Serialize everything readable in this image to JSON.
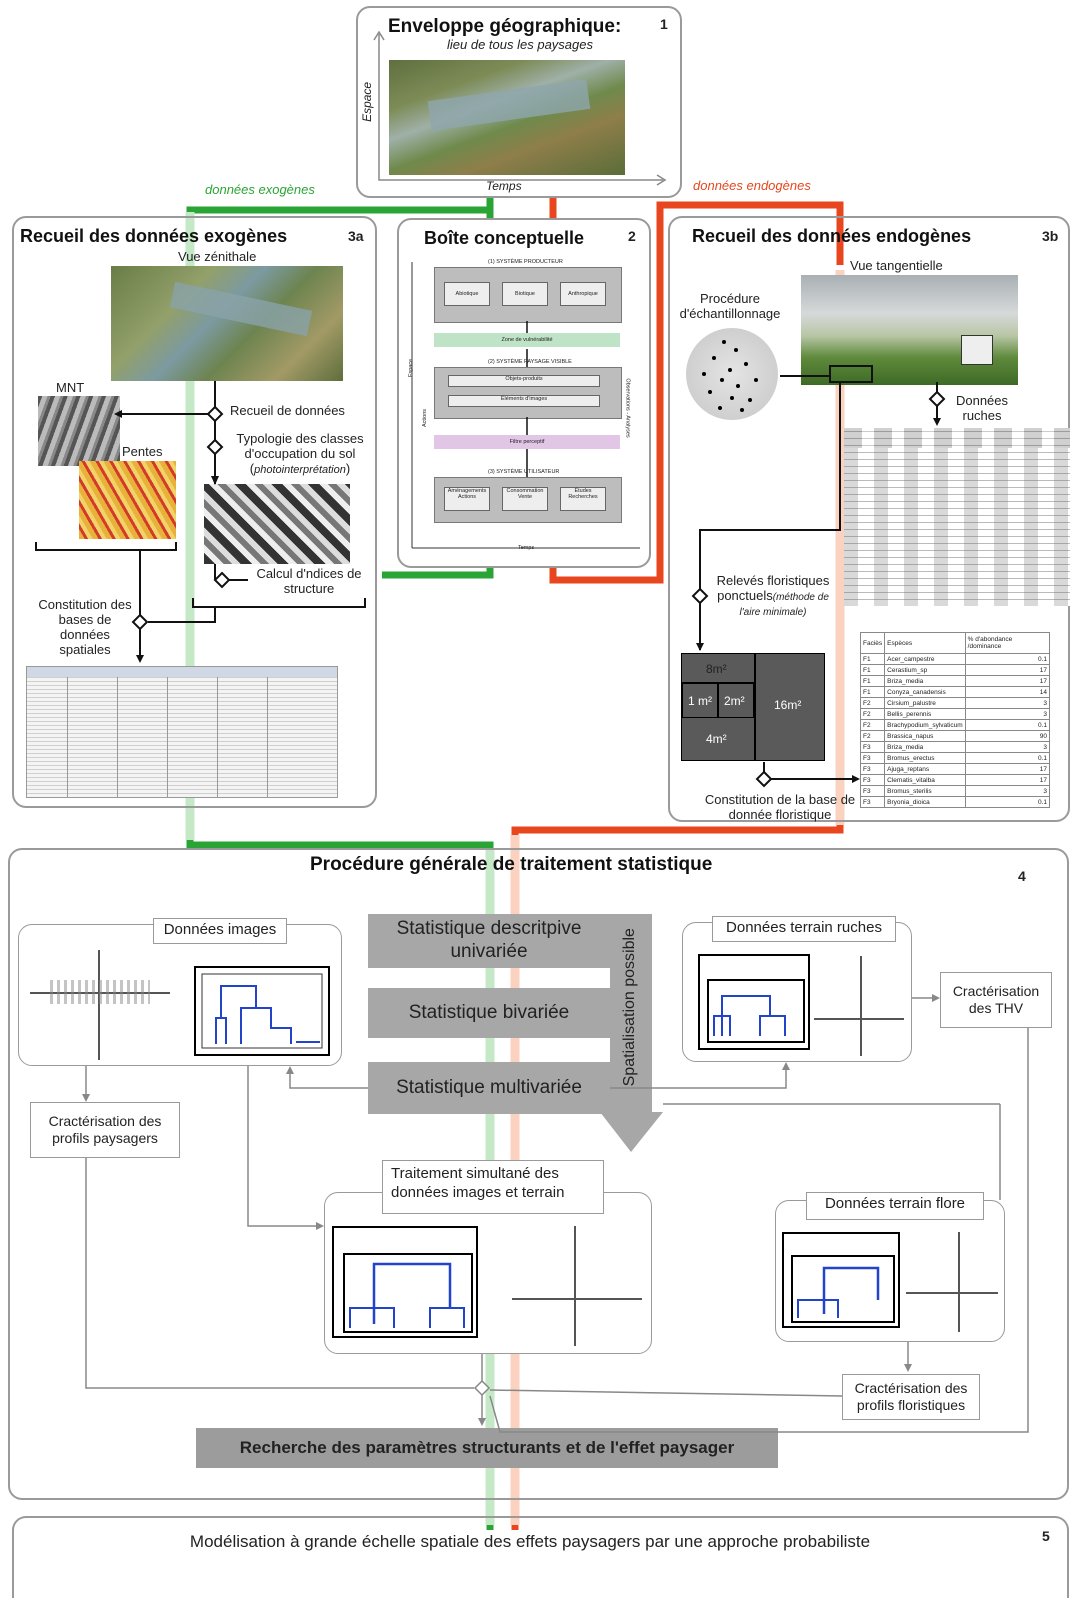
{
  "panel1": {
    "title": "Enveloppe géographique:",
    "num": "1",
    "subtitle": "lieu de tous les paysages",
    "axis_y": "Espace",
    "axis_x": "Temps"
  },
  "flow": {
    "exo": "données exogènes",
    "endo": "données endogènes"
  },
  "panel3a": {
    "title": "Recueil des données exogènes",
    "num": "3a",
    "vue": "Vue zénithale",
    "mnt": "MNT",
    "pentes": "Pentes",
    "recueil": "Recueil de données",
    "typologie": "Typologie des classes d'occupation du sol",
    "photo": "photointerprétation",
    "calcul": "Calcul d'ndices de structure",
    "constitution": "Constitution des bases de données spatiales"
  },
  "panel2": {
    "title": "Boîte conceptuelle",
    "num": "2",
    "sys1": "(1) SYSTÈME PRODUCTEUR",
    "abiotique": "Abiotique",
    "biotique": "Biotique",
    "anthropique": "Anthropique",
    "zone": "Zone de vulnérabilité",
    "sys2": "(2) SYSTÈME PAYSAGE VISIBLE",
    "objets": "Objets-produits",
    "elements": "Éléments d'images",
    "filtre": "Filtre perceptif",
    "sys3": "(3) SYSTÈME UTILISATEUR",
    "amenagement": "Aménagements Actions",
    "consommation": "Consommation Vente",
    "etudes": "Études Recherches",
    "espace": "Espace",
    "actions": "Actions",
    "observations": "Observations - Analyses",
    "temps": "Temps"
  },
  "panel3b": {
    "title": "Recueil des données endogènes",
    "num": "3b",
    "vue": "Vue tangentielle",
    "procedure": "Procédure d'échantillonnage",
    "ruches": "Données ruches",
    "releves": "Relevés floristiques ponctuels",
    "methode": "(méthode de l'aire minimale)",
    "constitution": "Constitution de la base de donnée floristique",
    "squares": {
      "a": "8m²",
      "b": "1 m²",
      "c": "2m²",
      "d": "4m²",
      "e": "16m²"
    },
    "flora_header": [
      "Faciès",
      "Espèces",
      "% d'abondance /dominance"
    ],
    "flora_rows": [
      [
        "F1",
        "Acer_campestre",
        "0.1"
      ],
      [
        "F1",
        "Cerastium_sp",
        "17"
      ],
      [
        "F1",
        "Briza_media",
        "17"
      ],
      [
        "F1",
        "Conyza_canadensis",
        "14"
      ],
      [
        "F2",
        "Cirsium_palustre",
        "3"
      ],
      [
        "F2",
        "Bellis_perennis",
        "3"
      ],
      [
        "F2",
        "Brachypodium_sylvaticum",
        "0.1"
      ],
      [
        "F2",
        "Brassica_napus",
        "90"
      ],
      [
        "F3",
        "Briza_media",
        "3"
      ],
      [
        "F3",
        "Bromus_erectus",
        "0.1"
      ],
      [
        "F3",
        "Ajuga_reptans",
        "17"
      ],
      [
        "F3",
        "Clematis_vitalba",
        "17"
      ],
      [
        "F3",
        "Bromus_sterilis",
        "3"
      ],
      [
        "F3",
        "Bryonia_dioica",
        "0.1"
      ]
    ]
  },
  "panel4": {
    "title": "Procédure générale de traitement statistique",
    "num": "4",
    "donnees_images": "Données images",
    "donnees_ruches": "Données terrain ruches",
    "donnees_flore": "Données terrain flore",
    "stat1": "Statistique descritpive univariée",
    "stat2": "Statistique bivariée",
    "stat3": "Statistique multivariée",
    "spatialisation": "Spatialisation possible",
    "car_thv": "Cractérisation des THV",
    "car_profils": "Cractérisation des profils paysagers",
    "traitement": "Traitement simultané des données images et terrain",
    "car_flor": "Cractérisation des profils floristiques",
    "recherche": "Recherche des paramètres structurants et de l'effet paysager"
  },
  "panel5": {
    "text": "Modélisation à grande échelle spatiale des effets paysagers par une approche probabiliste",
    "num": "5"
  },
  "colors": {
    "green": "#2aa535",
    "red": "#e8461e",
    "gray": "#a7a7a7",
    "blue": "#2244cc"
  }
}
